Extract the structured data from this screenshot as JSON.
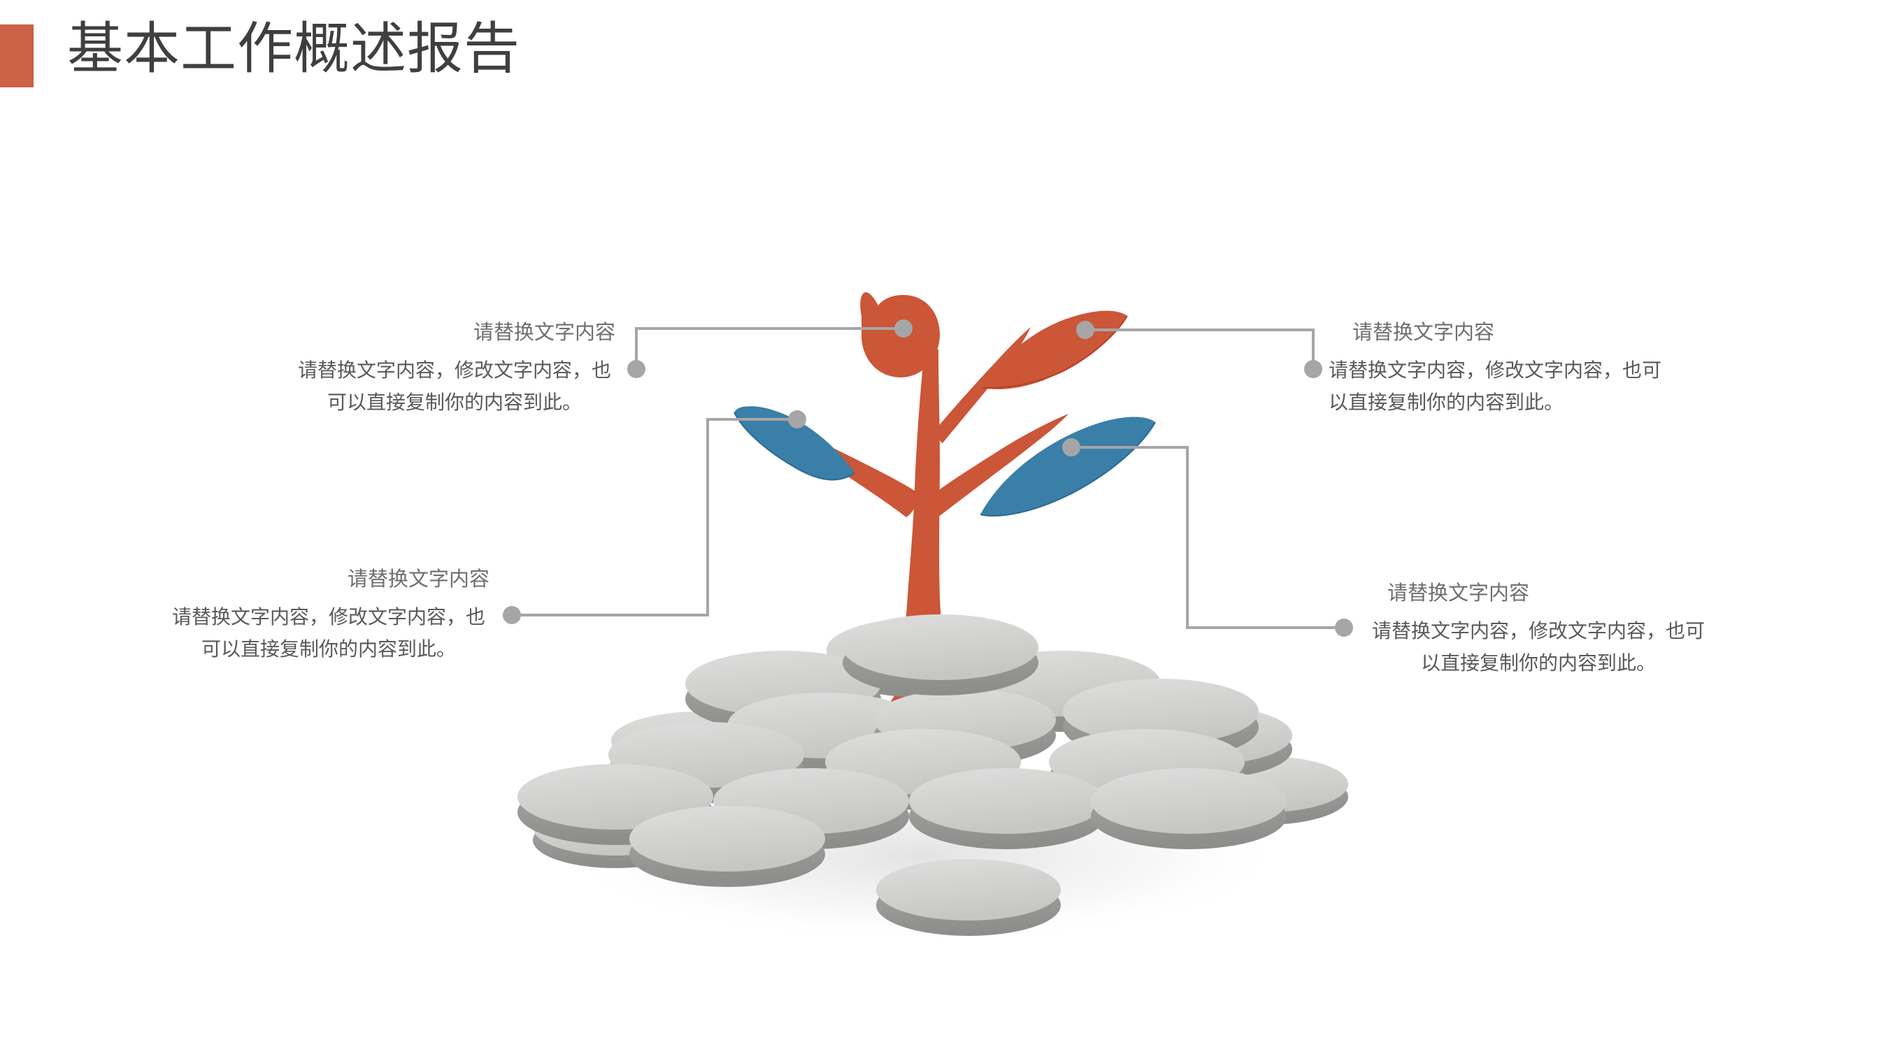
{
  "slide": {
    "title": "基本工作概述报告",
    "accent_color": "#cb6145",
    "title_color": "#3f3f3f",
    "background_color": "#ffffff"
  },
  "palette": {
    "orange": "#cb5638",
    "blue": "#3a7fa8",
    "coin_top": "#d2d2d0",
    "coin_edge": "#9b9b99",
    "connector_gray": "#a6a6a6",
    "text_gray": "#6b6b6b"
  },
  "callouts": [
    {
      "id": "top-left",
      "heading": "请替换文字内容",
      "body": "请替换文字内容，修改文字内容，也可以直接复制你的内容到此。"
    },
    {
      "id": "top-right",
      "heading": "请替换文字内容",
      "body": "请替换文字内容，修改文字内容，也可以直接复制你的内容到此。"
    },
    {
      "id": "bottom-left",
      "heading": "请替换文字内容",
      "body": "请替换文字内容，修改文字内容，也可以直接复制你的内容到此。"
    },
    {
      "id": "bottom-right",
      "heading": "请替换文字内容",
      "body": "请替换文字内容，修改文字内容，也可以直接复制你的内容到此。"
    }
  ],
  "artwork": {
    "name": "money-tree-on-coin-pile",
    "tree_label": "sprouting-tree",
    "coins_label": "stacked-coins"
  }
}
